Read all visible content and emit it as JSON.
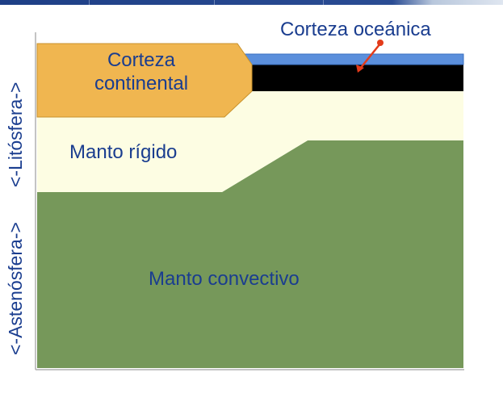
{
  "labels": {
    "oceanic_crust": "Corteza oceánica",
    "continental_crust_line1": "Corteza",
    "continental_crust_line2": "continental",
    "rigid_mantle": "Manto rígido",
    "convective_mantle": "Manto convectivo"
  },
  "side_labels": {
    "lithosphere": "<-Litósfera->",
    "asthenosphere": "<-Astenósfera->"
  },
  "colors": {
    "continental_crust": "#f0b650",
    "oceanic_crust": "#5b8fdc",
    "oceanic_crust_black_layer": "#000000",
    "rigid_mantle": "#fdfde3",
    "convective_mantle": "#76985a",
    "arrow": "#e33b1a",
    "text": "#1a3d8f"
  }
}
